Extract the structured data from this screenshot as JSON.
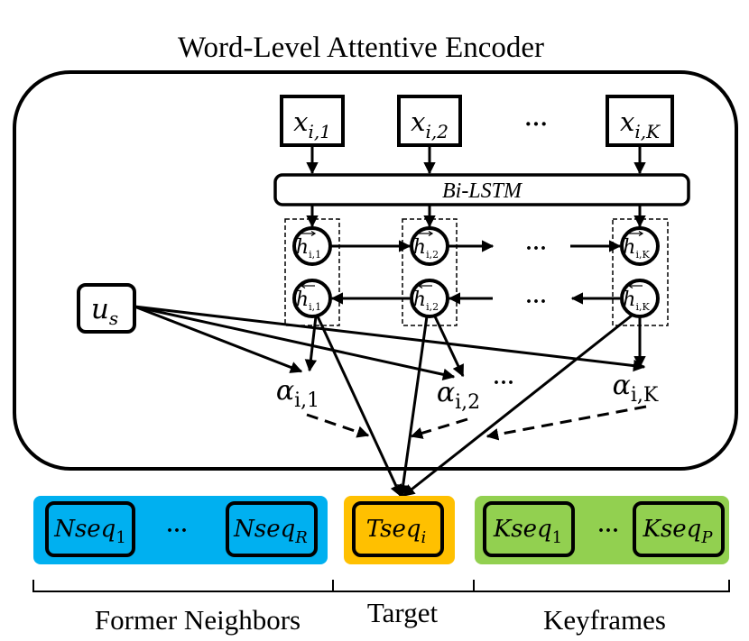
{
  "encoder": {
    "title": "Word-Level Attentive Encoder",
    "bilstm_label": "Bi-LSTM",
    "inputs": [
      {
        "base": "x",
        "sub": "i,1"
      },
      {
        "base": "x",
        "sub": "i,2"
      },
      {
        "base": "x",
        "sub": "i,K"
      }
    ],
    "input_ellipsis": "···",
    "forward_states": [
      {
        "base": "h",
        "sub": "i,1"
      },
      {
        "base": "h",
        "sub": "i,2"
      },
      {
        "base": "h",
        "sub": "i,K"
      }
    ],
    "backward_states": [
      {
        "base": "h",
        "sub": "i,1"
      },
      {
        "base": "h",
        "sub": "i,2"
      },
      {
        "base": "h",
        "sub": "i,K"
      }
    ],
    "state_ellipsis": "···",
    "context": {
      "base": "u",
      "sub": "s"
    },
    "attention": [
      {
        "base": "α",
        "sub": "i,1"
      },
      {
        "base": "α",
        "sub": "i,2"
      },
      {
        "base": "α",
        "sub": "i,K"
      }
    ],
    "attention_ellipsis": "···"
  },
  "groups": {
    "neighbors": {
      "items": [
        {
          "base": "Nseq",
          "sub": "1"
        },
        {
          "base": "Nseq",
          "sub": "R"
        }
      ],
      "ellipsis": "···",
      "label": "Former Neighbors",
      "color": "#00b0f0"
    },
    "target": {
      "items": [
        {
          "base": "Tseq",
          "sub": "i"
        }
      ],
      "label": "Target",
      "color": "#ffc000"
    },
    "keyframes": {
      "items": [
        {
          "base": "Kseq",
          "sub": "1"
        },
        {
          "base": "Kseq",
          "sub": "P"
        }
      ],
      "ellipsis": "···",
      "label": "Keyframes",
      "color": "#92d050"
    }
  }
}
